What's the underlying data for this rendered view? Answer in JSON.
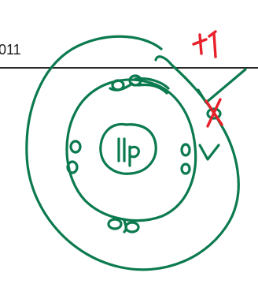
{
  "header": {
    "text": "011"
  },
  "annotations": {
    "charge": "+1",
    "nucleus": "11p"
  },
  "colors": {
    "ink_green": "#0c7a4f",
    "ink_red": "#e8202a",
    "text": "#1a1a1a"
  }
}
